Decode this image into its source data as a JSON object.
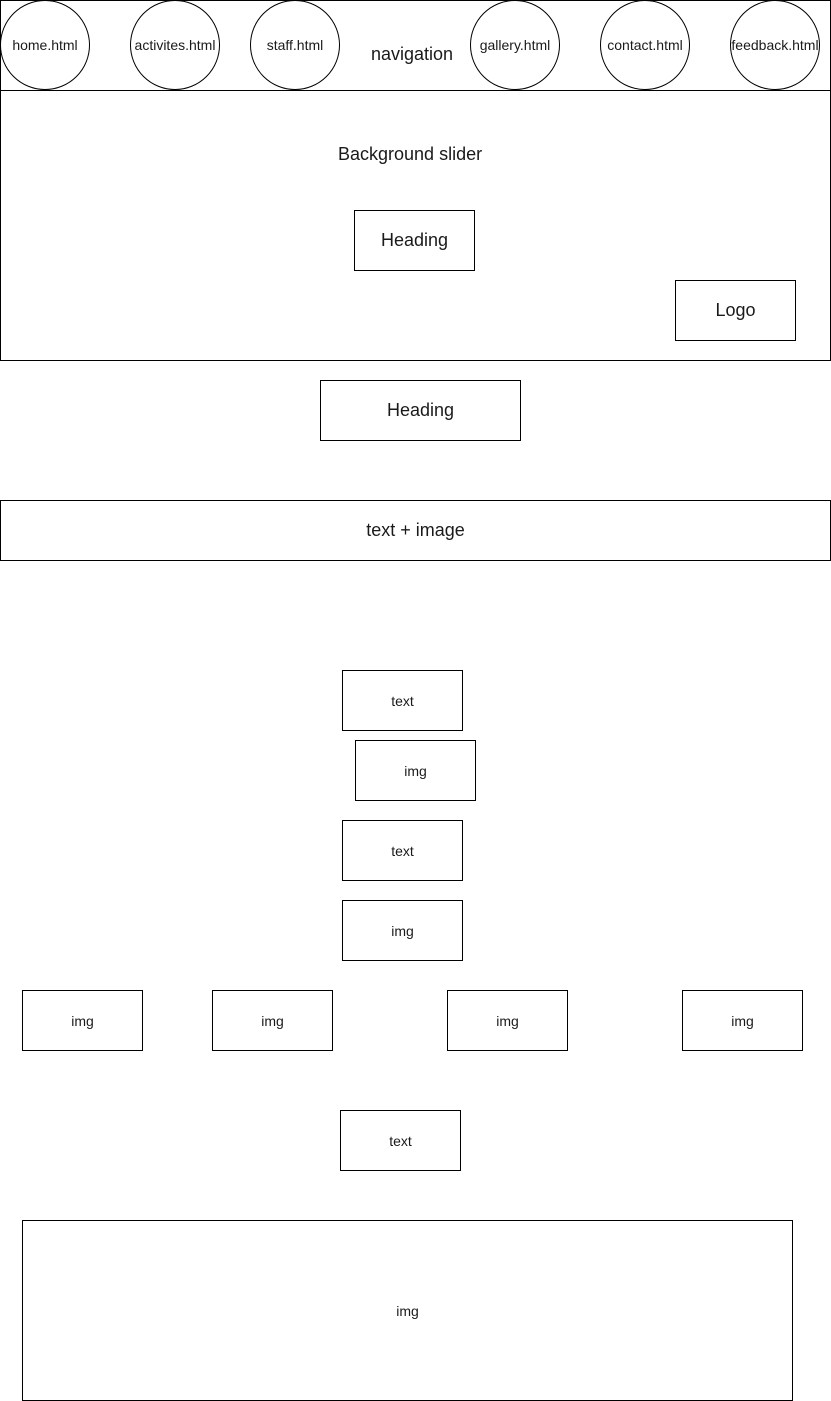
{
  "nav": {
    "title": "navigation",
    "links": [
      "home.html",
      "activites.html",
      "staff.html",
      "gallery.html",
      "contact.html",
      "feedback.html"
    ]
  },
  "hero": {
    "title": "Background slider",
    "heading": "Heading",
    "logo": "Logo"
  },
  "main_heading": "Heading",
  "text_image_bar": "text + image",
  "stack": [
    "text",
    "img",
    "text",
    "img"
  ],
  "img_row": [
    "img",
    "img",
    "img",
    "img"
  ],
  "footer_text": "text",
  "footer_img": "img"
}
